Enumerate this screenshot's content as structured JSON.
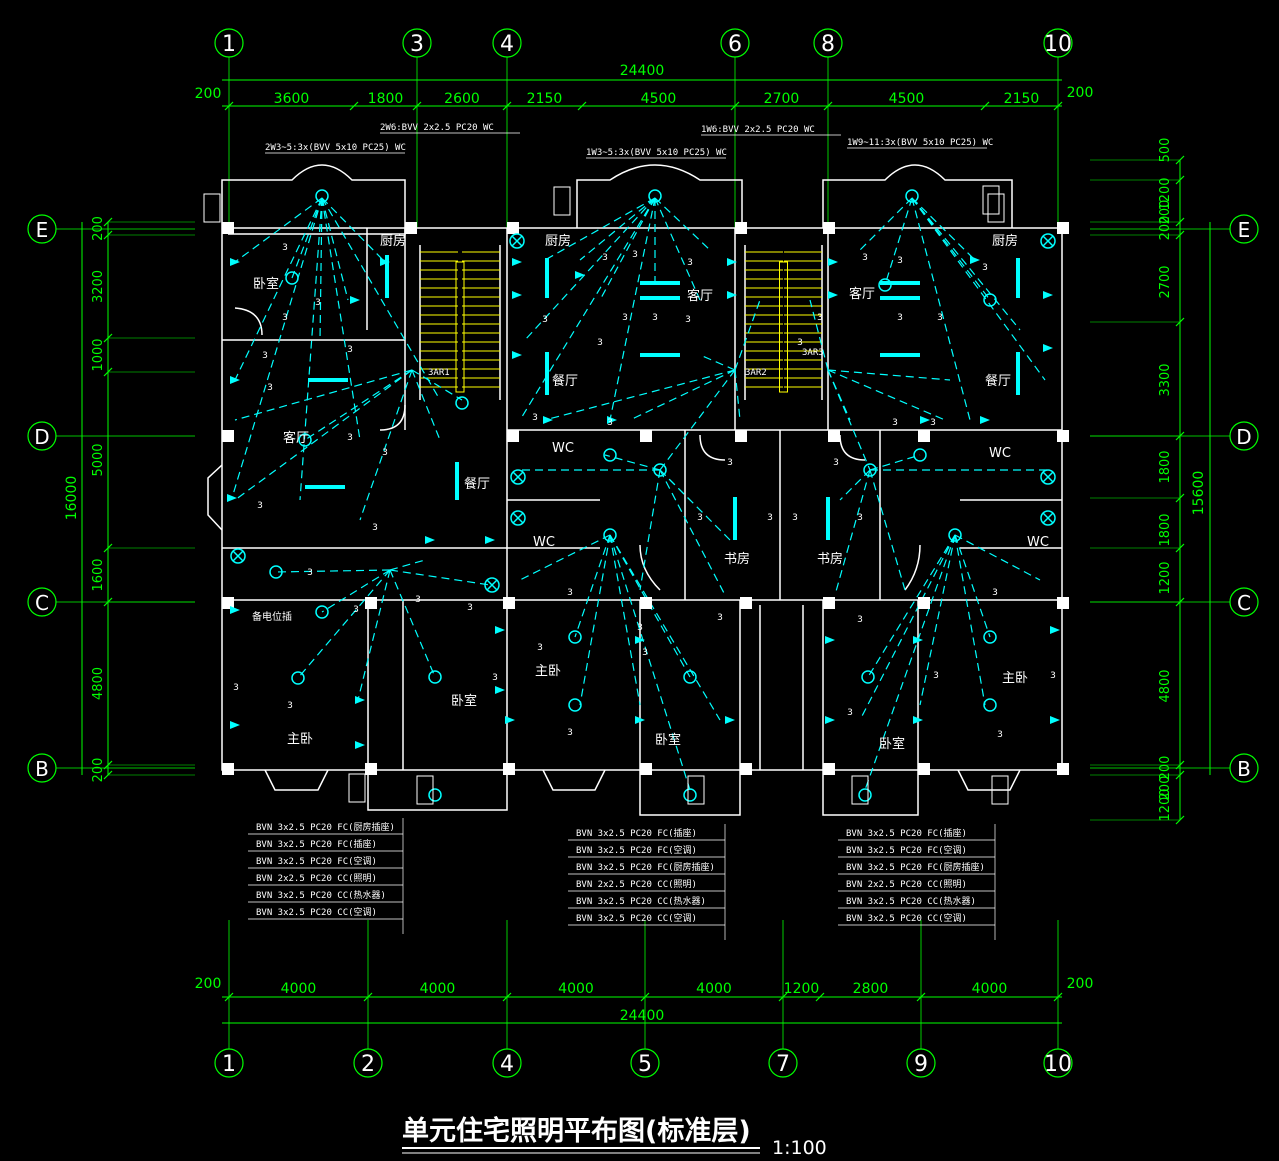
{
  "drawing": {
    "title": "单元住宅照明平布图(标准层)",
    "scale": "1:100",
    "colors": {
      "axis": "#00ff00",
      "wall": "#ffffff",
      "wiring": "#00ffff",
      "room_text": "#ffffff",
      "background": "#000000"
    }
  },
  "top_axes": [
    "1",
    "3",
    "4",
    "6",
    "8",
    "10"
  ],
  "bottom_axes": [
    "1",
    "2",
    "4",
    "5",
    "7",
    "9",
    "10"
  ],
  "side_axes": [
    "E",
    "D",
    "C",
    "B"
  ],
  "top_dims": {
    "total": "24400",
    "edge_left": "200",
    "edge_right": "200",
    "segments": [
      "3600",
      "1800",
      "2600",
      "2150",
      "4500",
      "2700",
      "4500",
      "2150"
    ]
  },
  "bottom_dims": {
    "total": "24400",
    "edge_left": "200",
    "edge_right": "200",
    "segments": [
      "4000",
      "4000",
      "4000",
      "4000",
      "1200",
      "2800",
      "4000"
    ]
  },
  "left_dims": {
    "total": "16000",
    "segments": [
      "200",
      "3200",
      "1000",
      "5000",
      "1600",
      "4800",
      "200"
    ]
  },
  "right_dims": {
    "total": "15600",
    "segments": [
      "500",
      "1200",
      "200",
      "200",
      "2700",
      "3300",
      "1800",
      "1800",
      "1200",
      "4800",
      "200",
      "200",
      "1200"
    ]
  },
  "feeder_labels": [
    "2W6:BVV 2x2.5 PC20 WC",
    "2W3~5:3x(BVV 5x10 PC25) WC",
    "1W6:BVV 2x2.5 PC20 WC",
    "1W3~5:3x(BVV 5x10 PC25) WC",
    "1W9~11:3x(BVV 5x10 PC25) WC"
  ],
  "panel_labels": [
    "3AR1",
    "3AR2",
    "3AR3"
  ],
  "rooms": {
    "bedroom": "卧室",
    "kitchen": "厨房",
    "living": "客厅",
    "dining": "餐厅",
    "wc": "WC",
    "master": "主卧",
    "study": "书房",
    "reserved": "备电位插"
  },
  "circuit_label": "3",
  "legends": {
    "left": [
      "BVN 3x2.5 PC20 FC(厨房插座)",
      "BVN 3x2.5 PC20 FC(插座)",
      "BVN 3x2.5 PC20 FC(空调)",
      "BVN 2x2.5 PC20 CC(照明)",
      "BVN 3x2.5 PC20 CC(热水器)",
      "BVN 3x2.5 PC20 CC(空调)"
    ],
    "middle": [
      "BVN 3x2.5 PC20 FC(插座)",
      "BVN 3x2.5 PC20 FC(空调)",
      "BVN 3x2.5 PC20 FC(厨房插座)",
      "BVN 2x2.5 PC20 CC(照明)",
      "BVN 3x2.5 PC20 CC(热水器)",
      "BVN 3x2.5 PC20 CC(空调)"
    ],
    "right": [
      "BVN 3x2.5 PC20 FC(插座)",
      "BVN 3x2.5 PC20 FC(空调)",
      "BVN 3x2.5 PC20 FC(厨房插座)",
      "BVN 2x2.5 PC20 CC(照明)",
      "BVN 3x2.5 PC20 CC(热水器)",
      "BVN 3x2.5 PC20 CC(空调)"
    ]
  }
}
